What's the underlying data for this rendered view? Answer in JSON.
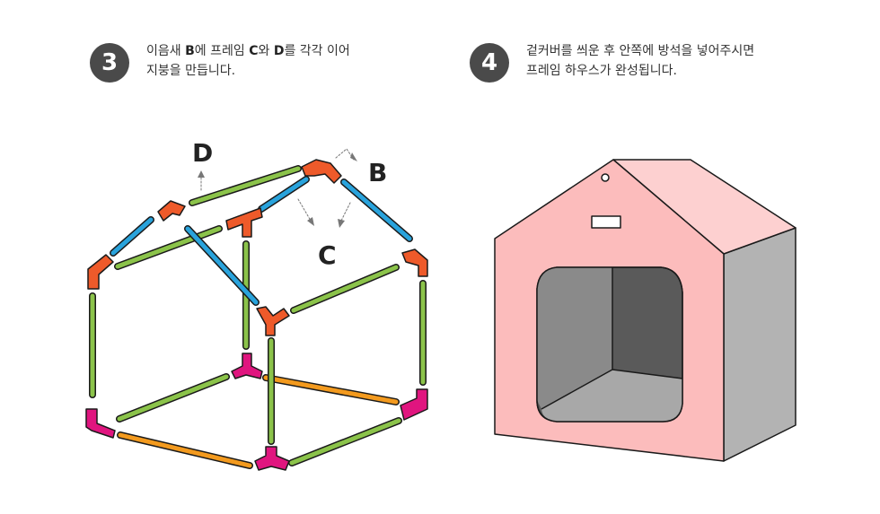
{
  "step3": {
    "number": "3",
    "line1_a": "이음새 ",
    "line1_b": "B",
    "line1_c": "에 프레임 ",
    "line1_d": "C",
    "line1_e": "와 ",
    "line1_f": "D",
    "line1_g": "를 각각 이어",
    "line2": "지붕을 만듭니다."
  },
  "step4": {
    "number": "4",
    "line1": "겉커버를 씌운 후 안쪽에 방석을 넣어주시면",
    "line2": "프레임 하우스가 완성됩니다."
  },
  "diagram_labels": {
    "D": "D",
    "B": "B",
    "C": "C"
  },
  "colors": {
    "green_pipe": "#8bc34a",
    "blue_pipe": "#29a3dc",
    "orange_pipe": "#f39a1e",
    "red_joint": "#ee5a2a",
    "magenta_joint": "#e0157f",
    "house_front": "#fcbcbc",
    "house_roof": "#fdd0d0",
    "house_side": "#b3b3b3"
  }
}
